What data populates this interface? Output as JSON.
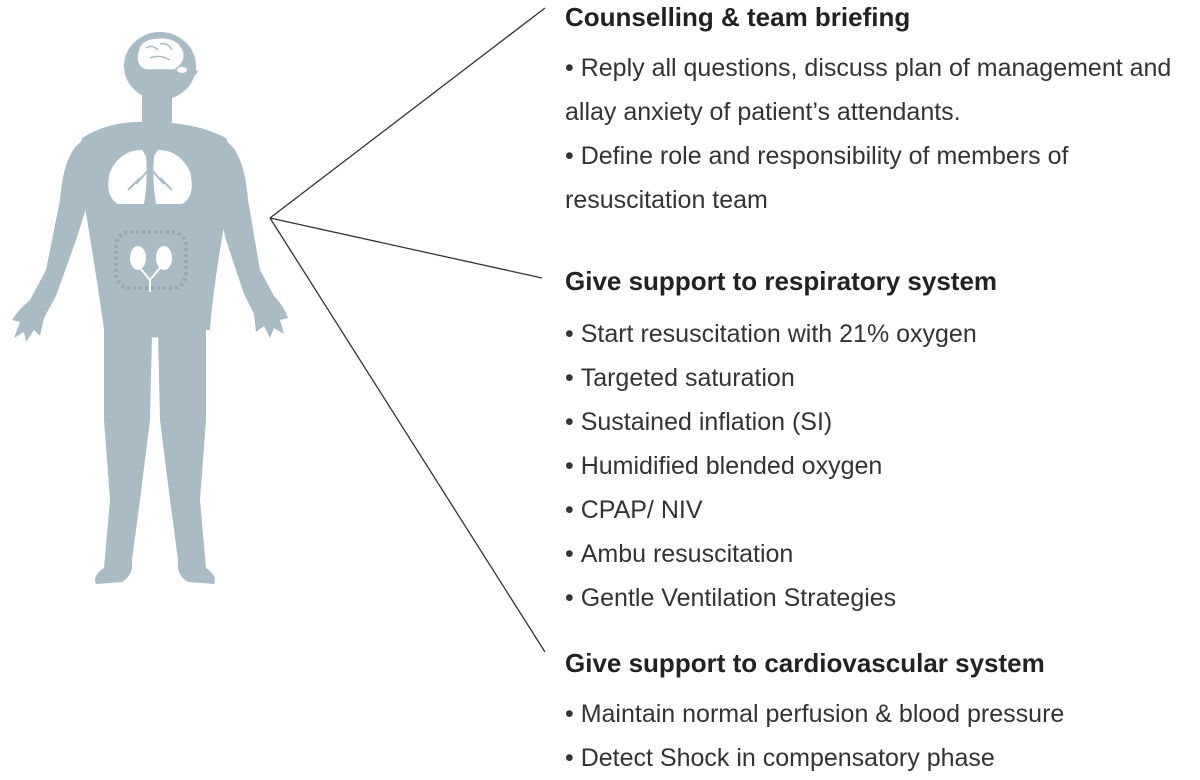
{
  "sections": [
    {
      "heading": "Counselling &  team briefing",
      "items": [
        "Reply all questions, discuss plan of management and",
        "allay anxiety of patient’s attendants.",
        "Define role and responsibility of members of",
        "resuscitation team"
      ]
    },
    {
      "heading": "Give support to respiratory system",
      "items": [
        "Start resuscitation with 21% oxygen",
        "Targeted saturation",
        "Sustained inflation (SI)",
        "Humidified blended oxygen",
        "CPAP/ NIV",
        "Ambu resuscitation",
        "Gentle Ventilation Strategies"
      ]
    },
    {
      "heading": "Give support to cardiovascular system",
      "items": [
        "Maintain normal perfusion & blood pressure",
        "Detect Shock in compensatory phase"
      ]
    }
  ],
  "colors": {
    "body": "#a9bcc6",
    "organs": "#ffffff",
    "line": "#333333"
  }
}
